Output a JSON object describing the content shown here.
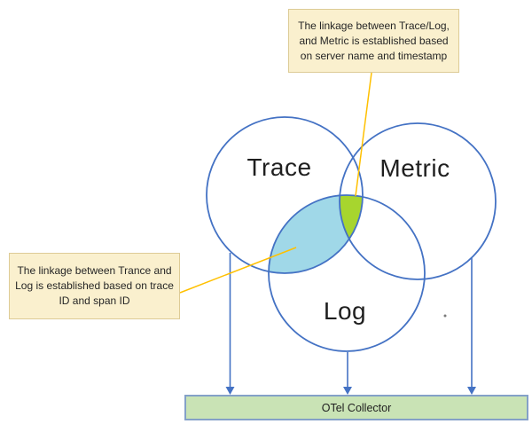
{
  "diagram": {
    "venn": {
      "stroke_color": "#4472C4",
      "circles": [
        {
          "id": "trace",
          "label": "Trace"
        },
        {
          "id": "metric",
          "label": "Metric"
        },
        {
          "id": "log",
          "label": "Log"
        }
      ],
      "overlaps": [
        {
          "name": "trace-log",
          "fill": "#A0D8E8"
        },
        {
          "name": "trace-metric-log",
          "fill": "#A7D52E"
        }
      ]
    },
    "annotations": {
      "connector_color": "#FFC000",
      "top": {
        "lines": [
          "The linkage between Trace/Log,",
          "and Metric is established based",
          "on server name and timestamp"
        ],
        "fill": "#FAF0CE",
        "border": "#DDCB96"
      },
      "left": {
        "lines": [
          "The linkage between Trance and",
          "Log is established based on trace",
          "ID and span ID"
        ],
        "fill": "#FAF0CE",
        "border": "#DDCB96"
      }
    },
    "arrows": {
      "color": "#4472C4"
    },
    "collector": {
      "label": "OTel Collector",
      "fill": "#C9E3B5",
      "border": "#84A1C8"
    }
  }
}
